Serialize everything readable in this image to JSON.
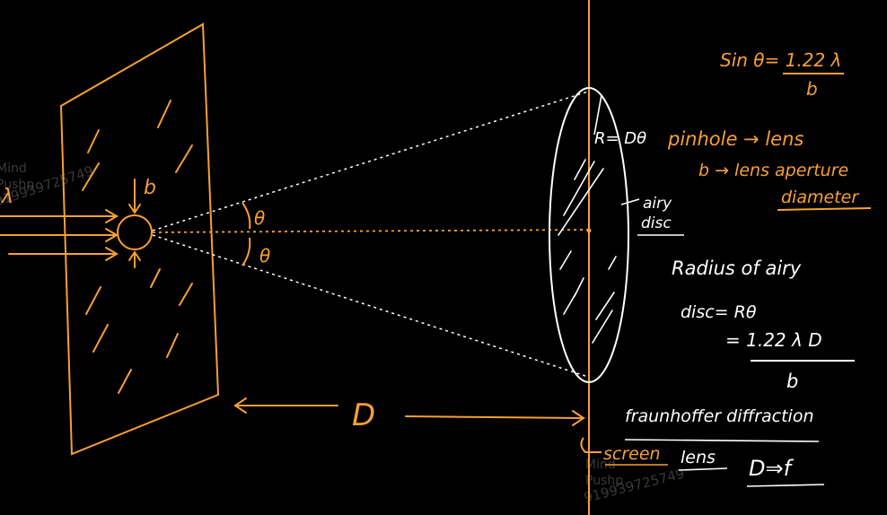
{
  "colors": {
    "background": "#000000",
    "orange": "#F7A035",
    "white": "#FFFFFF",
    "watermark": "#666666"
  },
  "labels": {
    "lambda": "λ",
    "b": "b",
    "theta_upper": "θ",
    "theta_lower": "θ",
    "distance": "D",
    "R_eq": "R= Dθ",
    "airy_disc_line1": "airy",
    "airy_disc_line2": "disc",
    "screen": "screen",
    "lens": "lens",
    "D_to_f": "D⇒f"
  },
  "equations": {
    "sin_theta_num": "Sin θ= 1.22 λ",
    "sin_theta_den": "b",
    "pinhole_lens": "pinhole → lens",
    "b_aperture": "b → lens aperture",
    "diameter": "diameter",
    "radius_line1": "Radius of airy",
    "radius_line2": "disc= Rθ",
    "radius_line3": "= 1.22 λ D",
    "radius_den": "b",
    "fraunhoffer": "fraunhoffer diffraction"
  },
  "watermark": {
    "line1": "Mind",
    "line2": "Pushp",
    "phone": "919939725749"
  }
}
